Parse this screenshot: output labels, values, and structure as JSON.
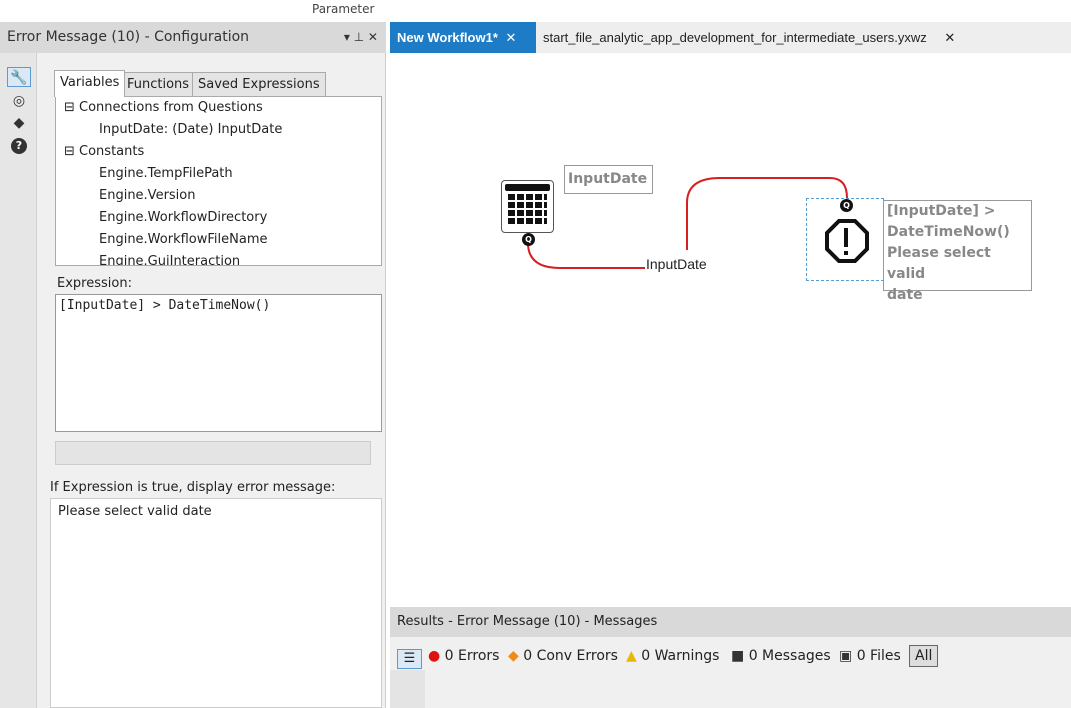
{
  "top": {
    "label": "Parameter"
  },
  "config": {
    "title": "Error Message (10) - Configuration",
    "pin_icons": "▾ ⊥ ✕",
    "tabs": [
      "Variables",
      "Functions",
      "Saved Expressions"
    ],
    "tree": [
      "Connections from Questions",
      "InputDate: (Date) InputDate",
      "Constants",
      "Engine.TempFilePath",
      "Engine.Version",
      "Engine.WorkflowDirectory",
      "Engine.WorkflowFileName",
      "Engine.GuiInteraction"
    ],
    "expression_label": "Expression:",
    "expression": "[InputDate] > DateTimeNow()",
    "message_label": "If Expression is true, display error message:",
    "message": "Please select valid date"
  },
  "workflow": {
    "tabs": [
      "New Workflow1*",
      "start_file_analytic_app_development_for_intermediate_users.yxwz"
    ],
    "date_label": "InputDate",
    "connection_label": "InputDate",
    "error_note": [
      "[InputDate] >",
      "DateTimeNow()",
      "Please select valid",
      "date"
    ],
    "anchor": "Q"
  },
  "results": {
    "title": "Results - Error Message (10) - Messages",
    "errors": "0 Errors",
    "conv_errors": "0 Conv Errors",
    "warnings": "0 Warnings",
    "messages": "0 Messages",
    "files": "0 Files",
    "all": "All"
  },
  "colors": {
    "accent": "#1e7bc6",
    "wire": "#d42020"
  }
}
